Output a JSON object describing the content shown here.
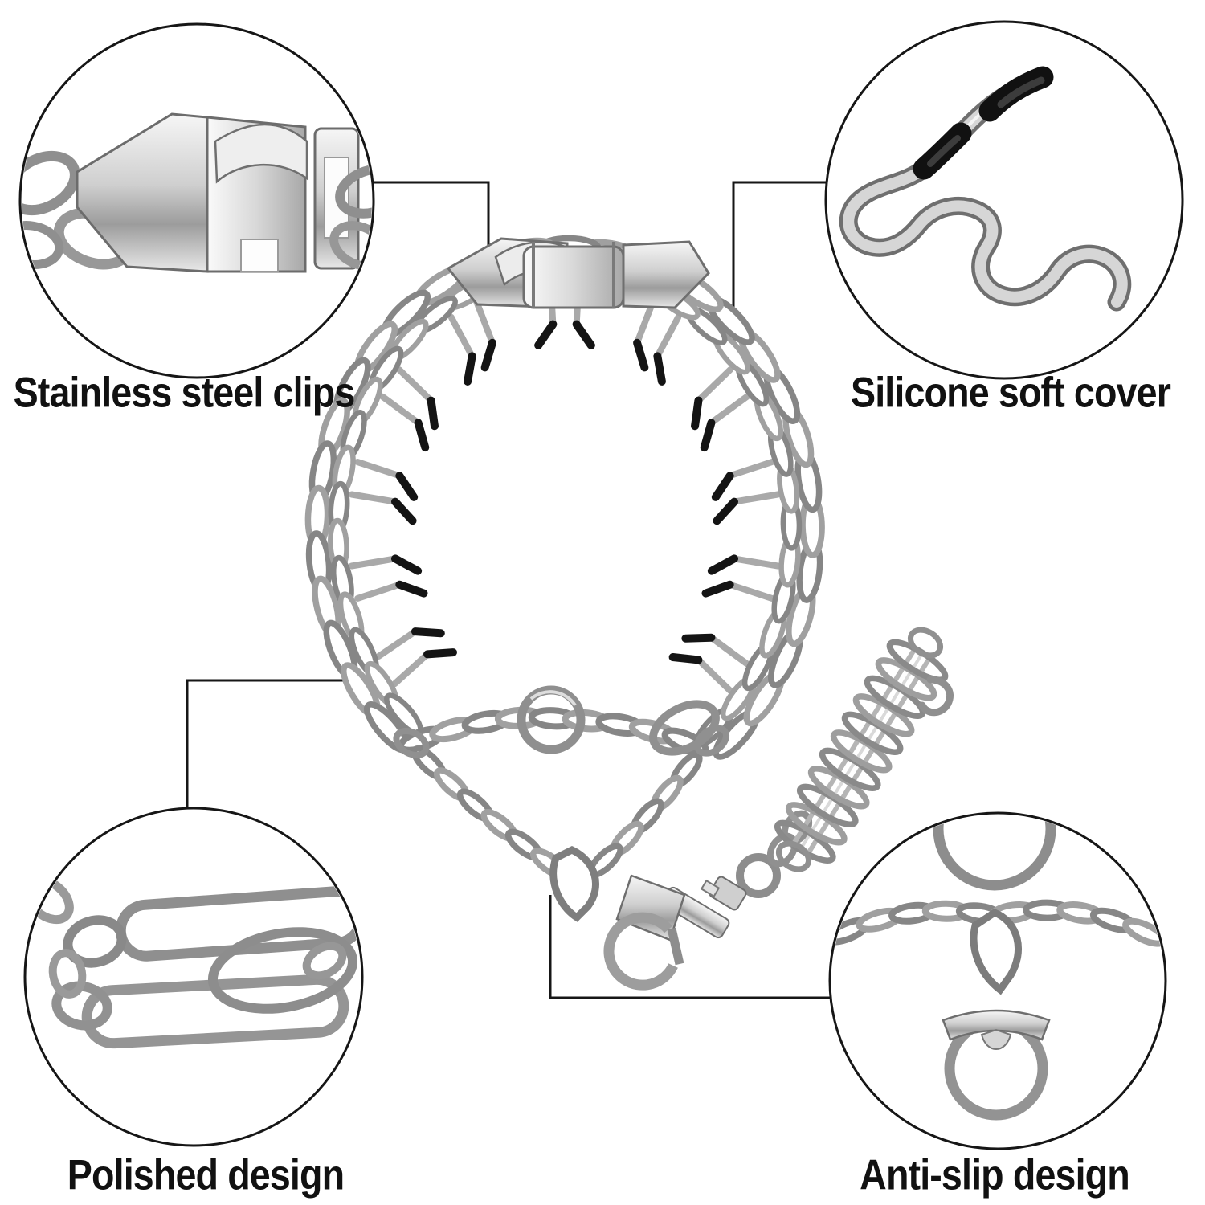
{
  "callouts": {
    "top_left": {
      "label": "Stainless steel clips"
    },
    "top_right": {
      "label": "Silicone soft cover"
    },
    "bottom_left": {
      "label": "Polished design"
    },
    "bottom_right": {
      "label": "Anti-slip design"
    }
  },
  "colors": {
    "background": "#ffffff",
    "label_text": "#111111",
    "outline": "#161616",
    "metal_light": "#f1f1f1",
    "metal_mid": "#c7c7c7",
    "metal_dark": "#6e6e6e",
    "rubber_tip": "#111111"
  }
}
